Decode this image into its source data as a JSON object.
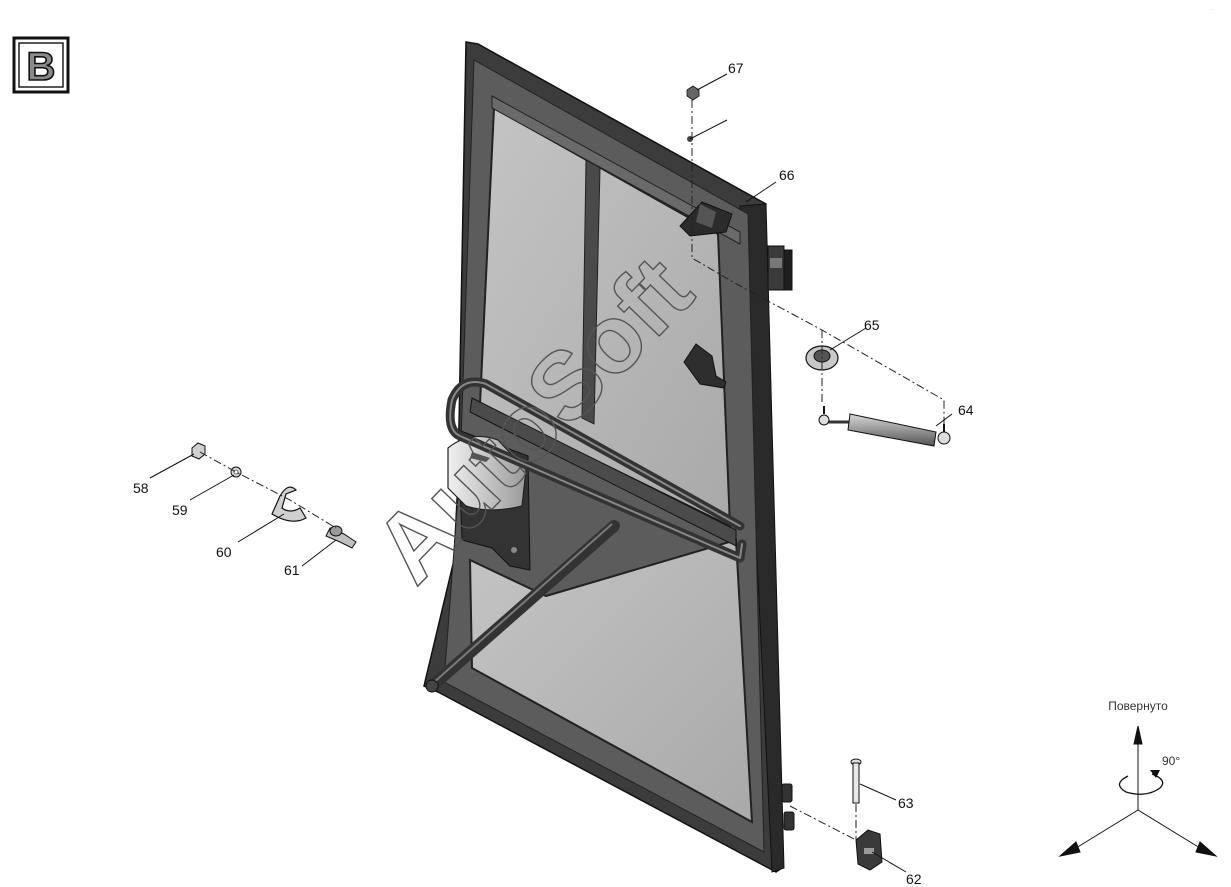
{
  "view_label": "B",
  "watermark": "AutoSoft",
  "rotation": {
    "caption": "Повернуто",
    "angle": "90°"
  },
  "callouts": [
    "58",
    "59",
    "60",
    "61",
    "62",
    "63",
    "64",
    "65",
    "66",
    "67"
  ]
}
